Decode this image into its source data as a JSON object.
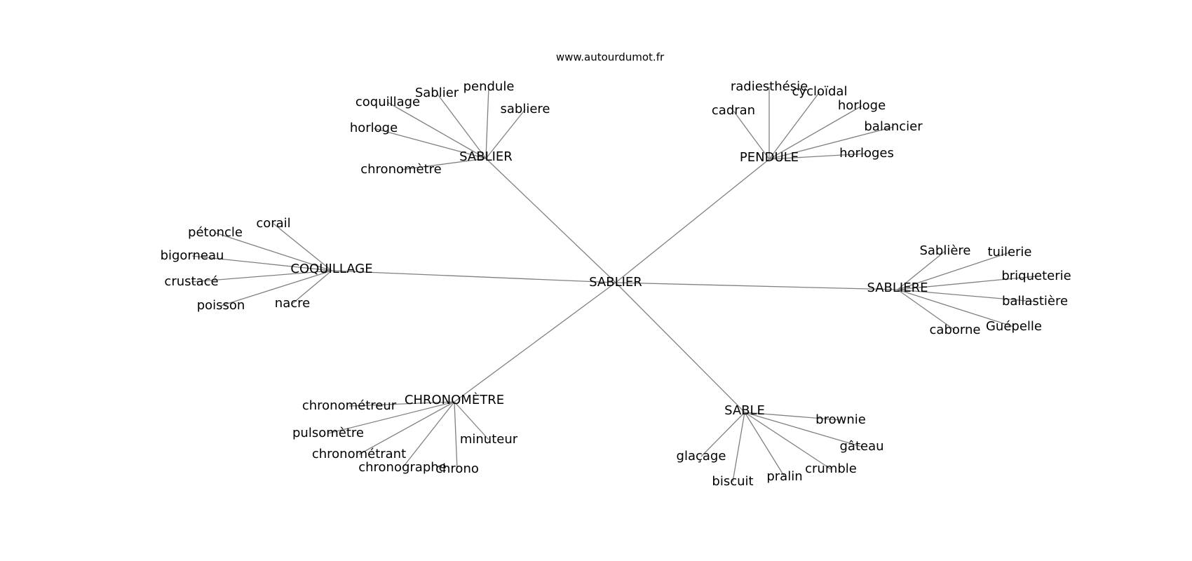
{
  "watermark": "www.autourdumot.fr",
  "graph": {
    "center": "SABLIER",
    "hubs": [
      {
        "name": "SABLIER",
        "leaves": [
          "Sablier",
          "pendule",
          "sabliere",
          "coquillage",
          "horloge",
          "chronomètre"
        ]
      },
      {
        "name": "PENDULE",
        "leaves": [
          "radiesthésie",
          "cycloïdal",
          "cadran",
          "horloge",
          "balancier",
          "horloges"
        ]
      },
      {
        "name": "COQUILLAGE",
        "leaves": [
          "corail",
          "pétoncle",
          "bigorneau",
          "crustacé",
          "poisson",
          "nacre"
        ]
      },
      {
        "name": "SABLIERE",
        "leaves": [
          "Sablière",
          "tuilerie",
          "briqueterie",
          "ballastière",
          "Guépelle",
          "caborne"
        ]
      },
      {
        "name": "CHRONOMÈTRE",
        "leaves": [
          "chronométreur",
          "pulsomètre",
          "chronométrant",
          "chronographe",
          "chrono",
          "minuteur"
        ]
      },
      {
        "name": "SABLE",
        "leaves": [
          "brownie",
          "gâteau",
          "crumble",
          "pralin",
          "biscuit",
          "glaçage"
        ]
      }
    ]
  }
}
